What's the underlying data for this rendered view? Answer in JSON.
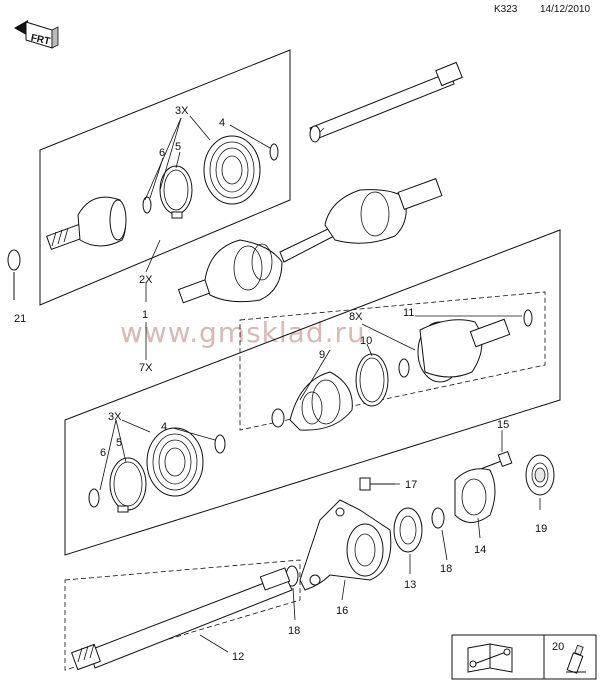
{
  "header": {
    "code": "K323",
    "date": "14/12/2010"
  },
  "watermark": "www.gmsklad.ru",
  "front_badge": "FRT",
  "callouts": {
    "c1": "1",
    "c2x": "2X",
    "c3x_top": "3X",
    "c4_top": "4",
    "c5_top": "5",
    "c6_top": "6",
    "c7x": "7X",
    "c8x": "8X",
    "c9": "9",
    "c10": "10",
    "c11": "11",
    "c3x_bot": "3X",
    "c4_bot": "4",
    "c5_bot": "5",
    "c6_bot": "6",
    "c12": "12",
    "c13": "13",
    "c14": "14",
    "c15": "15",
    "c16": "16",
    "c17": "17",
    "c18a": "18",
    "c18b": "18",
    "c19": "19",
    "c20": "20",
    "c21": "21"
  },
  "colors": {
    "ink": "#111111",
    "watermark": "#d9b8b8",
    "paper": "#ffffff"
  },
  "icons": [
    "front-direction-icon",
    "manual-wrench-icon",
    "lubricant-tube-icon"
  ]
}
